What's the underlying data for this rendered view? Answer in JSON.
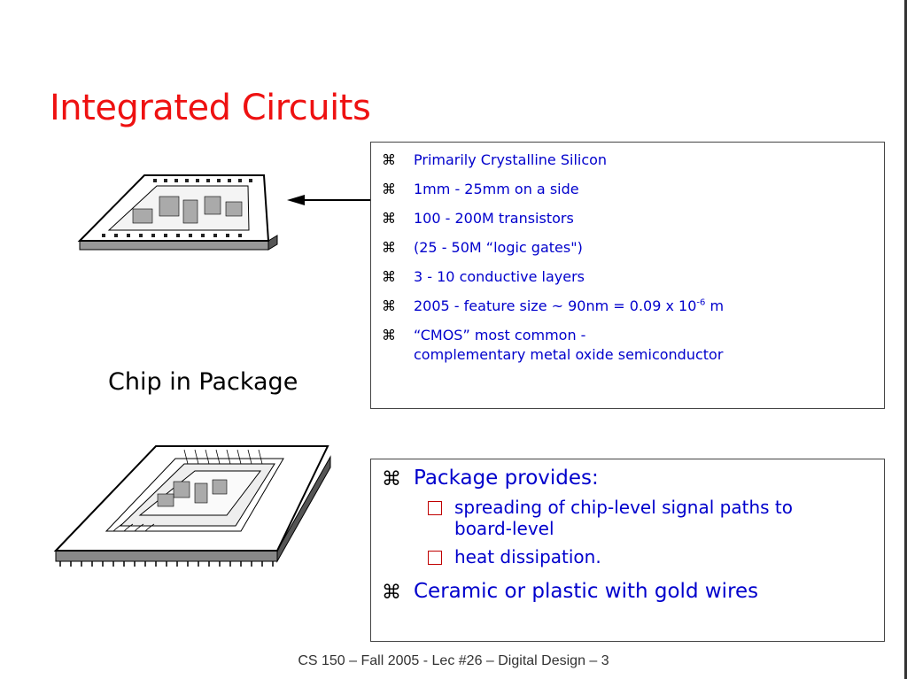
{
  "slide": {
    "title": "Integrated Circuits",
    "caption": "Chip in Package",
    "footer": "CS 150 – Fall 2005 - Lec #26 – Digital Design  – 3"
  },
  "facts": {
    "bullet_icon": "command-key-icon",
    "items": [
      "Primarily Crystalline Silicon",
      "1mm - 25mm on a side",
      "100 - 200M transistors",
      "(25 - 50M “logic gates\")",
      "3 - 10 conductive layers",
      {
        "before": " 2005 - feature size ~ 90nm = 0.09 x 10",
        "sup": "-6",
        "after": " m"
      },
      {
        "line1": "“CMOS” most common -",
        "line2": "complementary metal oxide semiconductor"
      }
    ]
  },
  "package": {
    "heading": "Package provides:",
    "sub_icon": "checkbox-icon",
    "sub_items": [
      {
        "line1": "spreading of chip-level signal paths to",
        "line2": "board-level"
      },
      {
        "line1": "heat dissipation."
      }
    ],
    "item2": "Ceramic or plastic with gold wires"
  },
  "colors": {
    "title": "#ee1111",
    "body_text": "#0000cc",
    "sub_marker": "#c00000"
  }
}
